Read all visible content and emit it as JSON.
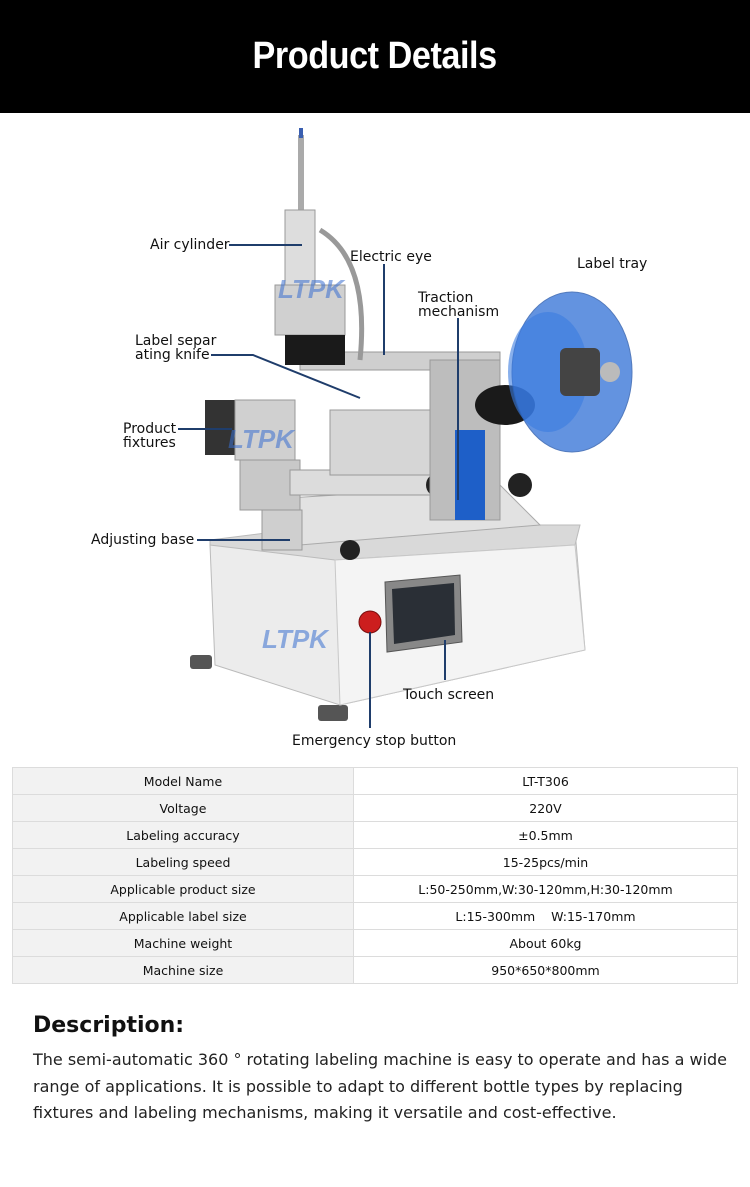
{
  "header": {
    "title": "Product Details"
  },
  "figure": {
    "watermark": "LTPK",
    "callouts": {
      "air_cylinder": "Air cylinder",
      "electric_eye": "Electric eye",
      "label_tray": "Label tray",
      "traction_1": "Traction",
      "traction_2": "mechanism",
      "knife_1": "Label separ",
      "knife_2": "ating knife",
      "fixtures_1": "Product",
      "fixtures_2": "fixtures",
      "adjusting_base": "Adjusting base",
      "touch_screen": "Touch screen",
      "emergency_stop": "Emergency stop button"
    },
    "colors": {
      "callout_line": "#1f3d6b",
      "reel": "#2f6fd6"
    }
  },
  "specs": [
    {
      "key": "Model Name",
      "value": "LT-T306"
    },
    {
      "key": "Voltage",
      "value": "220V"
    },
    {
      "key": "Labeling accuracy",
      "value": "±0.5mm"
    },
    {
      "key": "Labeling speed",
      "value": "15-25pcs/min"
    },
    {
      "key": "Applicable product size",
      "value": "L:50-250mm,W:30-120mm,H:30-120mm"
    },
    {
      "key": "Applicable label size",
      "value": "L:15-300mm    W:15-170mm"
    },
    {
      "key": "Machine weight",
      "value": "About 60kg"
    },
    {
      "key": "Machine size",
      "value": "950*650*800mm"
    }
  ],
  "description": {
    "title": "Description:",
    "text": "The semi-automatic 360 ° rotating labeling machine is easy to operate and has a wide range of applications. It is possible to adapt to different bottle types by replacing fixtures and labeling mechanisms, making it versatile and cost-effective."
  }
}
